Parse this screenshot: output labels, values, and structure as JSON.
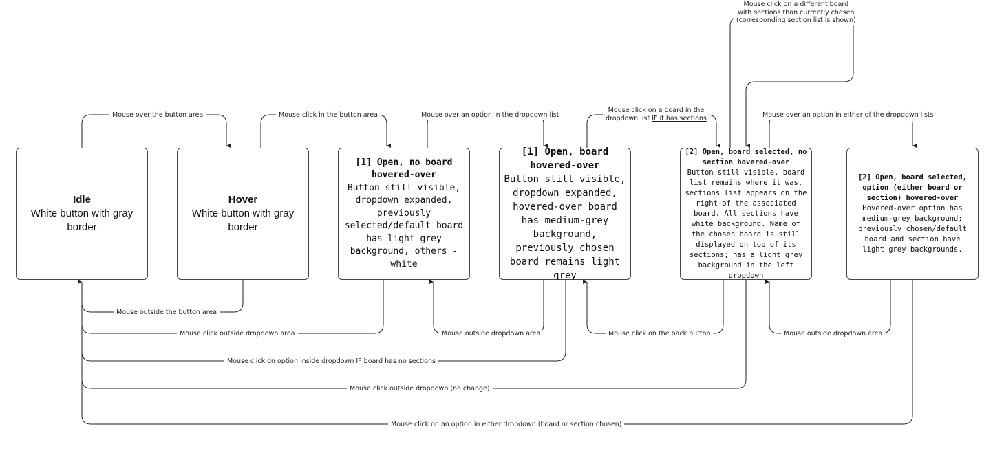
{
  "states": {
    "idle": {
      "title": "Idle",
      "desc": "White button with gray border"
    },
    "hover": {
      "title": "Hover",
      "desc": "White button with gray border"
    },
    "open_no_hover": {
      "title": "[1] Open, no board hovered-over",
      "desc": "Button still visible, dropdown expanded, previously selected/default board has light grey background, others - white"
    },
    "open_board_hover": {
      "title": "[1] Open, board hovered-over",
      "desc": "Button still visible, dropdown expanded, hovered-over board has medium-grey background, previously chosen board remains light grey"
    },
    "board_selected": {
      "title": "[2] Open, board selected, no section hovered-over",
      "desc": "Button still visible, board list remains where it was, sections list appears on the right of the associated board. All sections have white background. Name of the chosen board is still displayed on top of its sections; has a light grey background in the left dropdown"
    },
    "option_hover": {
      "title": "[2] Open, board selected, option (either board or section) hovered-over",
      "desc": "Hovered-over option has medium-grey background; previously chosen/default board and section have light grey backgrounds."
    }
  },
  "transitions": {
    "mouse_over_button": "Mouse over the button area",
    "mouse_click_button": "Mouse click in the button area",
    "mouse_over_option": "Mouse over an option in the dropdown list",
    "click_board_sections_1": "Mouse click on a board in the",
    "click_board_sections_2": "dropdown list ",
    "click_board_sections_u": "IF it has sections",
    "click_different_board_1": "Mouse click on a different board",
    "click_different_board_2": "with sections than currently chosen",
    "click_different_board_3": "(corresponding section list is shown)",
    "mouse_over_either": "Mouse over an option in either of the dropdown lists",
    "mouse_outside_button": "Mouse outside the button area",
    "click_outside_dropdown": "Mouse click outside dropdown area",
    "mouse_outside_dropdown_1": "Mouse outside dropdown area",
    "click_back_button": "Mouse click on the back button",
    "mouse_outside_dropdown_2": "Mouse outside dropdown area",
    "click_option_no_sections": "Mouse click on option inside dropdown ",
    "click_option_no_sections_u": "IF board has no sections",
    "click_outside_no_change": "Mouse click outside dropdown (no change)",
    "click_option_either": "Mouse click on an option in either dropdown (board or section chosen)"
  },
  "colors": {
    "line": "#222222",
    "border": "#444444",
    "background": "#ffffff"
  }
}
